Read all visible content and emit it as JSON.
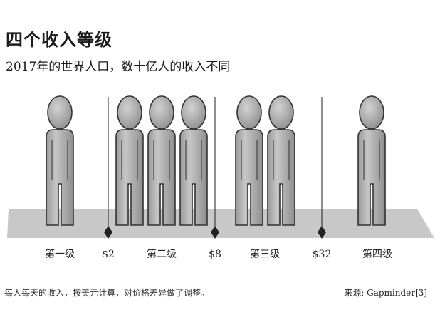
{
  "title": "四个收入等级",
  "subtitle": "2017年的世界人口，数十亿人的收入不同",
  "footnote": "每人每天的收入，按美元计算，对价格差异做了调整。",
  "source": "来源: Gapminder[3]",
  "levels": [
    {
      "label": "第一级",
      "people": 1
    },
    {
      "label": "第二级",
      "people": 3
    },
    {
      "label": "第三级",
      "people": 2
    },
    {
      "label": "第四级",
      "people": 1
    }
  ],
  "thresholds": [
    "$2",
    "$8",
    "$32"
  ],
  "colors": {
    "figure_fill": "#b4b4b4",
    "floor_fill": "#c8c8c8",
    "divider": "#222222"
  }
}
